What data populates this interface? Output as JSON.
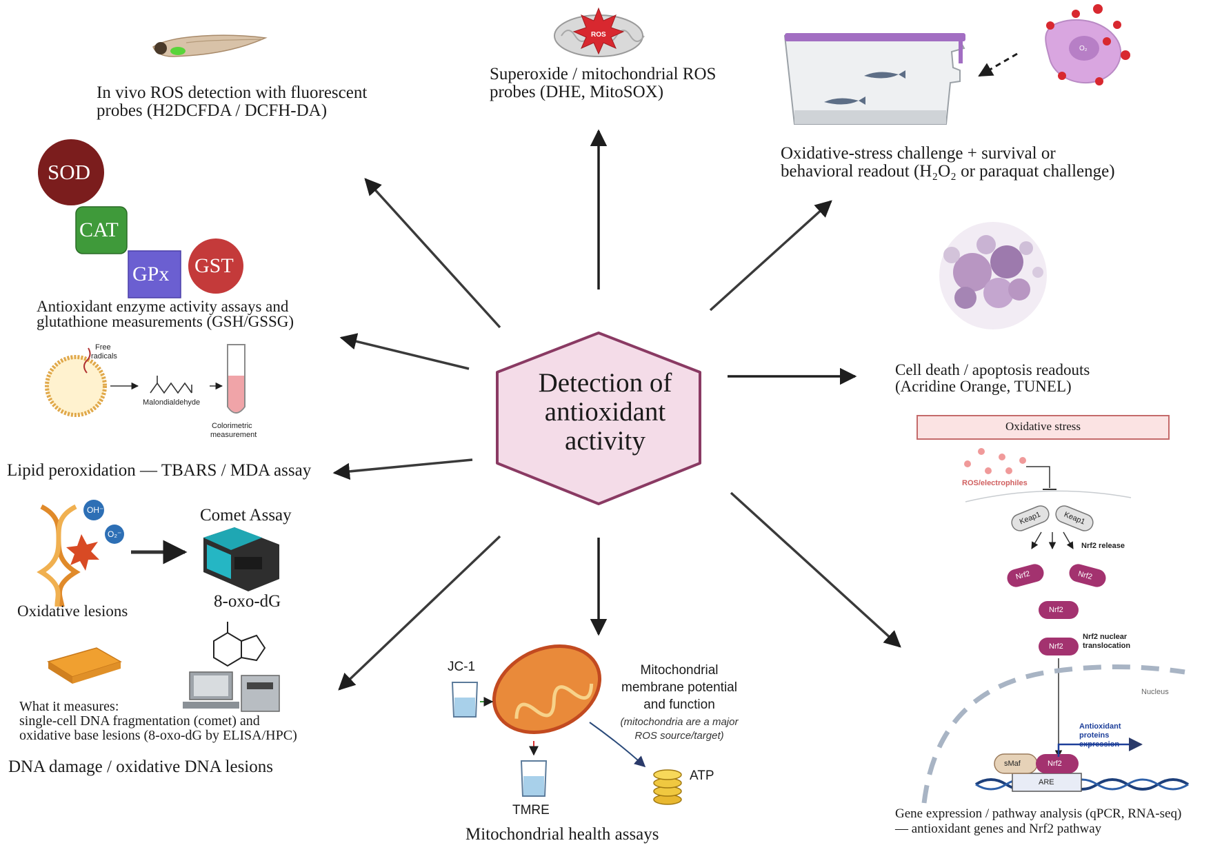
{
  "center": {
    "line1": "Detection of",
    "line2": "antioxidant",
    "line3": "activity"
  },
  "top_left": {
    "line1": "In vivo ROS detection with fluorescent",
    "line2": "probes (H2DCFDA / DCFH-DA)"
  },
  "top_center": {
    "line1": "Superoxide / mitochondrial ROS",
    "line2": "probes (DHE, MitoSOX)",
    "badge": "ROS"
  },
  "top_right": {
    "line1": "Oxidative-stress challenge + survival or",
    "line2": "behavioral readout (H₂O₂ or paraquat challenge)",
    "cell_label": "O₂"
  },
  "enzymes": {
    "sod": "SOD",
    "cat": "CAT",
    "gpx": "GPx",
    "gst": "GST",
    "line1": "Antioxidant enzyme activity assays and",
    "line2": "glutathione measurements (GSH/GSSG)"
  },
  "lipid": {
    "free_radicals_1": "Free",
    "free_radicals_2": "radicals",
    "mda": "Malondialdehyde",
    "colorimetric_1": "Colorimetric",
    "colorimetric_2": "measurement",
    "label": "Lipid peroxidation — TBARS / MDA assay"
  },
  "dna": {
    "oh": "OH⁻",
    "o2": "O₂⁻",
    "comet": "Comet Assay",
    "oxo": "8-oxo-dG",
    "lesions": "Oxidative lesions",
    "what1": "What it measures:",
    "what2": "single-cell DNA fragmentation (comet) and",
    "what3": "oxidative base lesions (8-oxo-dG by ELISA/HPC)",
    "label": "DNA damage / oxidative DNA lesions"
  },
  "mito": {
    "jc1": "JC-1",
    "tmre": "TMRE",
    "atp": "ATP",
    "title1": "Mitochondrial",
    "title2": "membrane potential",
    "title3": "and function",
    "note1": "(mitochondria are a major",
    "note2": "ROS source/target)",
    "label": "Mitochondrial health assays"
  },
  "apoptosis": {
    "line1": "Cell death / apoptosis readouts",
    "line2": "(Acridine Orange, TUNEL)"
  },
  "nrf2": {
    "header": "Oxidative stress",
    "ros": "ROS/electrophiles",
    "keap1": "Keap1",
    "release": "Nrf2 release",
    "nrf2": "Nrf2",
    "nuclear1": "Nrf2 nuclear",
    "nuclear2": "translocation",
    "nucleus": "Nucleus",
    "proteins1": "Antioxidant",
    "proteins2": "proteins",
    "proteins3": "expression",
    "smaf": "sMaf",
    "are": "ARE",
    "line1": "Gene expression / pathway analysis (qPCR, RNA-seq)",
    "line2": "— antioxidant genes and Nrf2 pathway"
  },
  "colors": {
    "hex_fill": "#f4dce8",
    "hex_stroke": "#8a3a63",
    "sod": "#7b1d1d",
    "cat": "#3f9a3a",
    "gpx": "#6b5fd1",
    "gst": "#c43a3a",
    "nrf2": "#a3326f"
  }
}
